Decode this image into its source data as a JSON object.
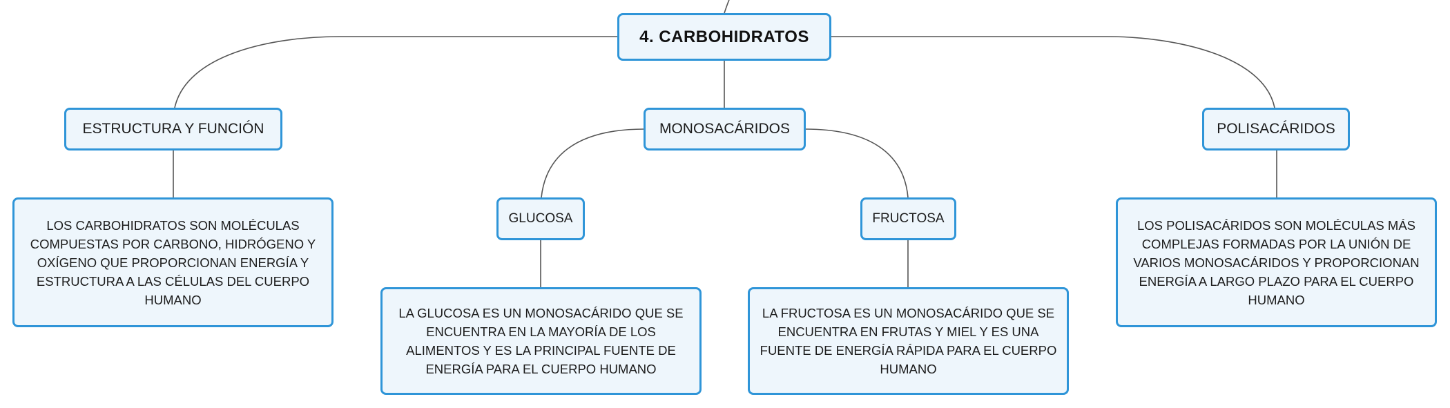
{
  "colors": {
    "node_border": "#2f95d8",
    "node_fill": "#eef6fc",
    "connector": "#555555"
  },
  "map": {
    "root": "4. CARBOHIDRATOS",
    "branches": {
      "estructura": {
        "title": "ESTRUCTURA Y FUNCIÓN",
        "description": "LOS CARBOHIDRATOS SON MOLÉCULAS COMPUESTAS POR CARBONO, HIDRÓGENO Y OXÍGENO QUE PROPORCIONAN ENERGÍA Y ESTRUCTURA A LAS CÉLULAS DEL CUERPO HUMANO"
      },
      "monosacaridos": {
        "title": "MONOSACÁRIDOS",
        "glucosa": {
          "title": "GLUCOSA",
          "description": "LA GLUCOSA ES UN MONOSACÁRIDO QUE SE ENCUENTRA EN LA MAYORÍA DE LOS ALIMENTOS Y ES LA PRINCIPAL FUENTE DE ENERGÍA PARA EL CUERPO HUMANO"
        },
        "fructosa": {
          "title": "FRUCTOSA",
          "description": "LA FRUCTOSA ES UN MONOSACÁRIDO QUE SE ENCUENTRA EN FRUTAS Y MIEL Y ES UNA FUENTE DE ENERGÍA RÁPIDA PARA EL CUERPO HUMANO"
        }
      },
      "polisacaridos": {
        "title": "POLISACÁRIDOS",
        "description": "LOS POLISACÁRIDOS SON MOLÉCULAS MÁS COMPLEJAS FORMADAS POR LA UNIÓN DE VARIOS MONOSACÁRIDOS Y PROPORCIONAN ENERGÍA A LARGO PLAZO PARA EL CUERPO HUMANO"
      }
    }
  }
}
